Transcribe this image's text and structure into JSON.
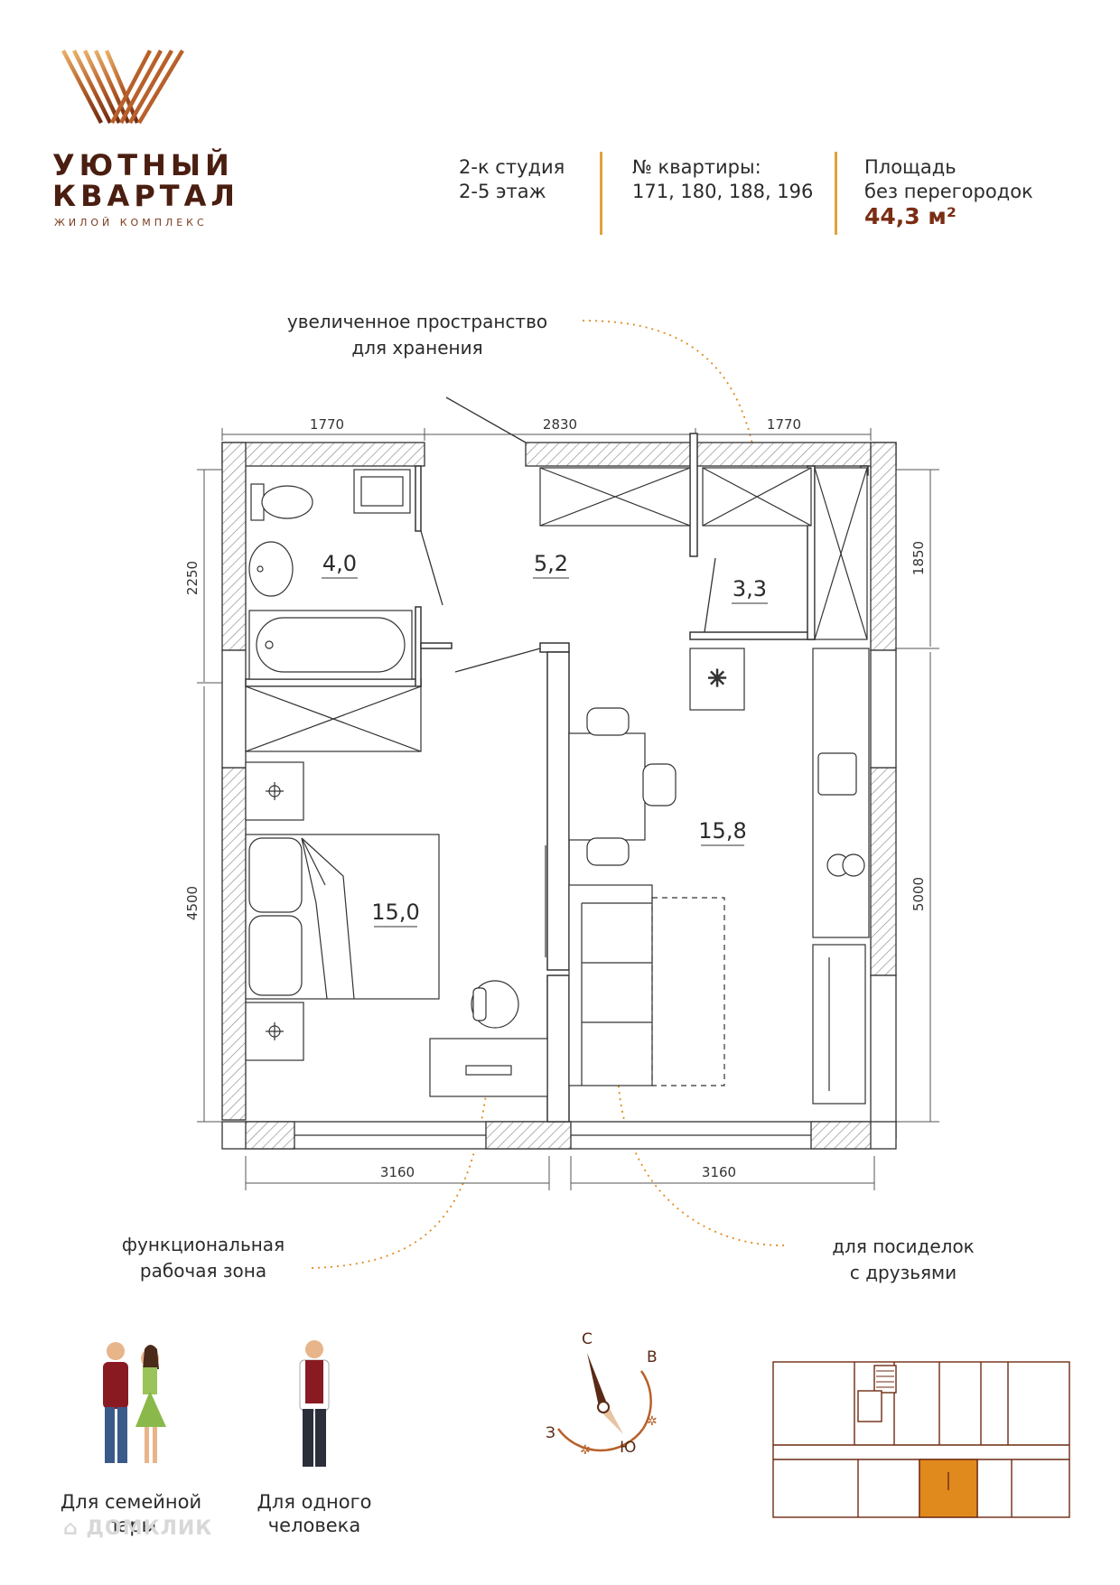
{
  "brand": {
    "name_line1": "УЮТНЫЙ",
    "name_line2": "КВАРТАЛ",
    "subtitle": "ЖИЛОЙ КОМПЛЕКС",
    "logo_icon": "brand-y-logo-icon",
    "accent_color": "#b8602a"
  },
  "header": {
    "type_line1": "2-к студия",
    "type_line2": "2-5 этаж",
    "apts_label": "№ квартиры:",
    "apts_value": "171, 180, 188, 196",
    "area_label1": "Площадь",
    "area_label2": "без перегородок",
    "area_value": "44,3 м²"
  },
  "annotations": {
    "storage_line1": "увеличенное пространство",
    "storage_line2": "для хранения",
    "work_line1": "функциональная",
    "work_line2": "рабочая зона",
    "friends_line1": "для посиделок",
    "friends_line2": "с друзьями",
    "marker_color": "#e08a1e"
  },
  "plan": {
    "dims": {
      "top_left": "1770",
      "top_mid": "2830",
      "top_right": "1770",
      "bottom_left": "3160",
      "bottom_right": "3160",
      "left_upper": "2250",
      "left_lower": "4500",
      "right_upper": "1850",
      "right_lower": "5000"
    },
    "rooms": {
      "bath": "4,0",
      "hall": "5,2",
      "storage": "3,3",
      "living": "15,8",
      "bedroom": "15,0"
    }
  },
  "legend": {
    "family_line1": "Для семейной",
    "family_line2": "пары",
    "single_line1": "Для одного",
    "single_line2": "человека"
  },
  "compass": {
    "north": "С",
    "east": "В",
    "west": "З",
    "south": "Ю"
  },
  "watermark": "ДОМКЛИК"
}
